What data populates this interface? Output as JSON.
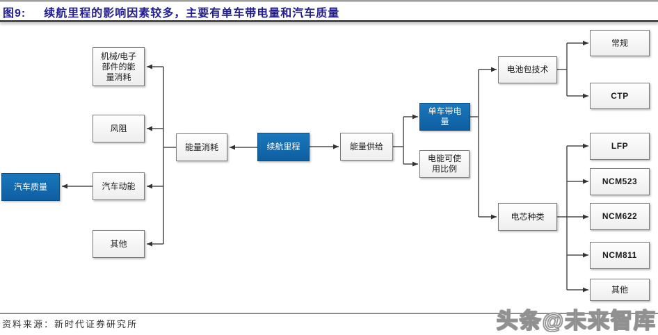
{
  "figure": {
    "tag": "图9:",
    "title": "续航里程的影响因素较多，主要有单车带电量和汽车质量"
  },
  "source": "资料来源：新时代证券研究所",
  "watermark": "头条@未来智库",
  "colors": {
    "accent_blue": "#1268ae",
    "accent_blue_dark": "#0e5ea1",
    "title_navy": "#221c8e",
    "line_gray": "#4d4d4d"
  },
  "nodes": {
    "mech_energy": {
      "label": "机械/电子\n部件的能\n量消耗",
      "highlight": false
    },
    "wind_resistance": {
      "label": "风阻",
      "highlight": false
    },
    "vehicle_kinetic": {
      "label": "汽车动能",
      "highlight": false
    },
    "other_consumption": {
      "label": "其他",
      "highlight": false
    },
    "vehicle_mass": {
      "label": "汽车质量",
      "highlight": true
    },
    "energy_consumption": {
      "label": "能量消耗",
      "highlight": false
    },
    "driving_range": {
      "label": "续航里程",
      "highlight": true
    },
    "energy_supply": {
      "label": "能量供给",
      "highlight": false
    },
    "battery_capacity": {
      "label": "单车带电\n量",
      "highlight": true
    },
    "usable_energy_ratio": {
      "label": "电能可使\n用比例",
      "highlight": false
    },
    "battery_pack_tech": {
      "label": "电池包技术",
      "highlight": false
    },
    "cell_type": {
      "label": "电芯种类",
      "highlight": false
    },
    "conventional": {
      "label": "常规",
      "highlight": false
    },
    "ctp": {
      "label": "CTP",
      "highlight": false
    },
    "lfp": {
      "label": "LFP",
      "highlight": false
    },
    "ncm523": {
      "label": "NCM523",
      "highlight": false
    },
    "ncm622": {
      "label": "NCM622",
      "highlight": false
    },
    "ncm811": {
      "label": "NCM811",
      "highlight": false
    },
    "other_cell": {
      "label": "其他",
      "highlight": false
    }
  },
  "edges": [
    {
      "from": "driving_range",
      "to": "energy_consumption"
    },
    {
      "from": "driving_range",
      "to": "energy_supply"
    },
    {
      "from": "energy_consumption",
      "to": "mech_energy"
    },
    {
      "from": "energy_consumption",
      "to": "wind_resistance"
    },
    {
      "from": "energy_consumption",
      "to": "vehicle_kinetic"
    },
    {
      "from": "energy_consumption",
      "to": "other_consumption"
    },
    {
      "from": "vehicle_kinetic",
      "to": "vehicle_mass"
    },
    {
      "from": "energy_supply",
      "to": "battery_capacity"
    },
    {
      "from": "energy_supply",
      "to": "usable_energy_ratio"
    },
    {
      "from": "battery_capacity",
      "to": "battery_pack_tech"
    },
    {
      "from": "battery_capacity",
      "to": "cell_type"
    },
    {
      "from": "battery_pack_tech",
      "to": "conventional"
    },
    {
      "from": "battery_pack_tech",
      "to": "ctp"
    },
    {
      "from": "cell_type",
      "to": "lfp"
    },
    {
      "from": "cell_type",
      "to": "ncm523"
    },
    {
      "from": "cell_type",
      "to": "ncm622"
    },
    {
      "from": "cell_type",
      "to": "ncm811"
    },
    {
      "from": "cell_type",
      "to": "other_cell"
    }
  ]
}
